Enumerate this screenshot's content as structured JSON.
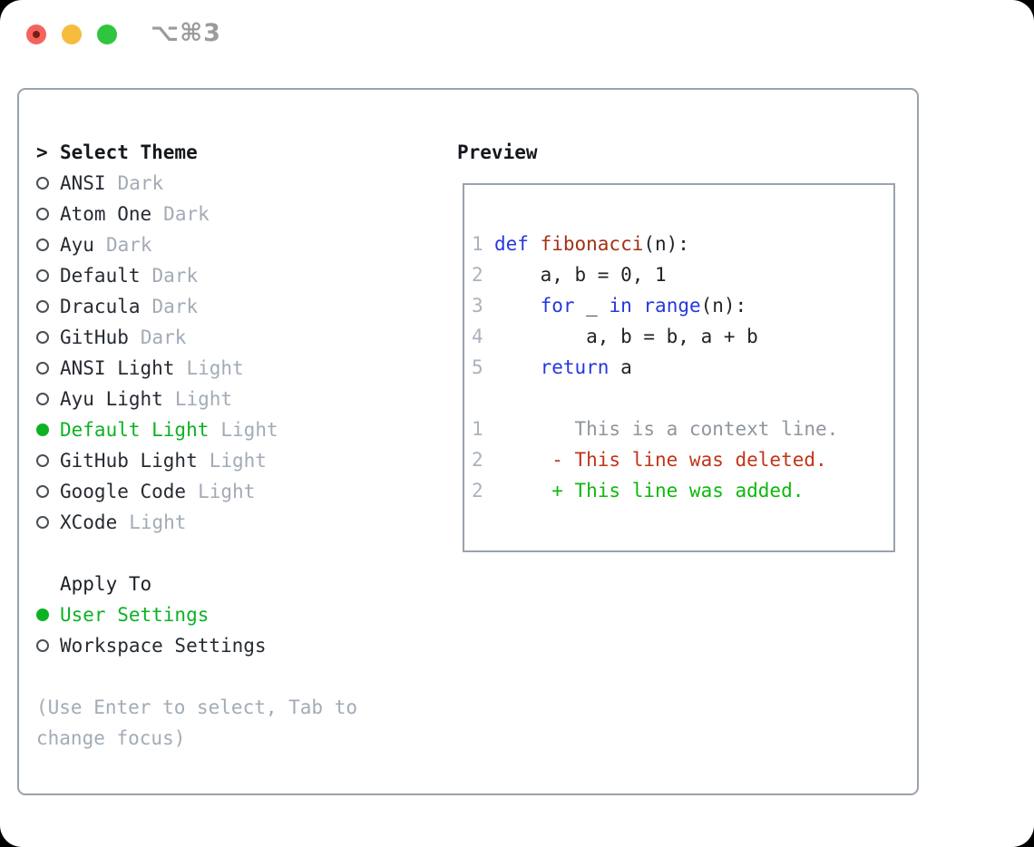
{
  "window": {
    "title": "⌥⌘3",
    "traffic_lights": {
      "close": "#f4645c",
      "minimize": "#f6bc3e",
      "maximize": "#30c53e"
    }
  },
  "theme_picker": {
    "prompt": ">",
    "title": "Select Theme",
    "items": [
      {
        "name": "ANSI",
        "variant": "Dark",
        "selected": false
      },
      {
        "name": "Atom One",
        "variant": "Dark",
        "selected": false
      },
      {
        "name": "Ayu",
        "variant": "Dark",
        "selected": false
      },
      {
        "name": "Default",
        "variant": "Dark",
        "selected": false
      },
      {
        "name": "Dracula",
        "variant": "Dark",
        "selected": false
      },
      {
        "name": "GitHub",
        "variant": "Dark",
        "selected": false
      },
      {
        "name": "ANSI Light",
        "variant": "Light",
        "selected": false
      },
      {
        "name": "Ayu Light",
        "variant": "Light",
        "selected": false
      },
      {
        "name": "Default Light",
        "variant": "Light",
        "selected": true
      },
      {
        "name": "GitHub Light",
        "variant": "Light",
        "selected": false
      },
      {
        "name": "Google Code",
        "variant": "Light",
        "selected": false
      },
      {
        "name": "XCode",
        "variant": "Light",
        "selected": false
      }
    ],
    "apply_to": {
      "title": "Apply To",
      "options": [
        {
          "label": "User Settings",
          "selected": true
        },
        {
          "label": "Workspace Settings",
          "selected": false
        }
      ]
    },
    "hint_lines": [
      "(Use Enter to select, Tab to",
      "change focus)"
    ]
  },
  "preview": {
    "title": "Preview",
    "code_lines": [
      {
        "num": "1",
        "segments": [
          {
            "text": "def ",
            "color": "keyword"
          },
          {
            "text": "fibonacci",
            "color": "function"
          },
          {
            "text": "(n):",
            "color": "plain"
          }
        ]
      },
      {
        "num": "2",
        "segments": [
          {
            "text": "    a, b = 0, 1",
            "color": "plain"
          }
        ]
      },
      {
        "num": "3",
        "segments": [
          {
            "text": "    ",
            "color": "plain"
          },
          {
            "text": "for",
            "color": "keyword"
          },
          {
            "text": " _ ",
            "color": "plain"
          },
          {
            "text": "in",
            "color": "keyword"
          },
          {
            "text": " ",
            "color": "plain"
          },
          {
            "text": "range",
            "color": "keyword"
          },
          {
            "text": "(n):",
            "color": "plain"
          }
        ]
      },
      {
        "num": "4",
        "segments": [
          {
            "text": "        a, b = b, a + b",
            "color": "plain"
          }
        ]
      },
      {
        "num": "5",
        "segments": [
          {
            "text": "    ",
            "color": "plain"
          },
          {
            "text": "return",
            "color": "keyword"
          },
          {
            "text": " a",
            "color": "plain"
          }
        ]
      }
    ],
    "diff_lines": [
      {
        "num": "1",
        "segments": [
          {
            "text": "       This is a context line.",
            "color": "context"
          }
        ]
      },
      {
        "num": "2",
        "segments": [
          {
            "text": "     - This line was deleted.",
            "color": "deleted"
          }
        ]
      },
      {
        "num": "2",
        "segments": [
          {
            "text": "     + This line was added.",
            "color": "added"
          }
        ]
      }
    ]
  },
  "colors": {
    "plain": "#1e2329",
    "keyword": "#2537e0",
    "function": "#a33114",
    "context": "#8f969e",
    "deleted": "#c13418",
    "added": "#0eb80e",
    "selection_green": "#0db224",
    "muted_gray": "#a2abb6",
    "panel_border": "#99a2ae"
  }
}
